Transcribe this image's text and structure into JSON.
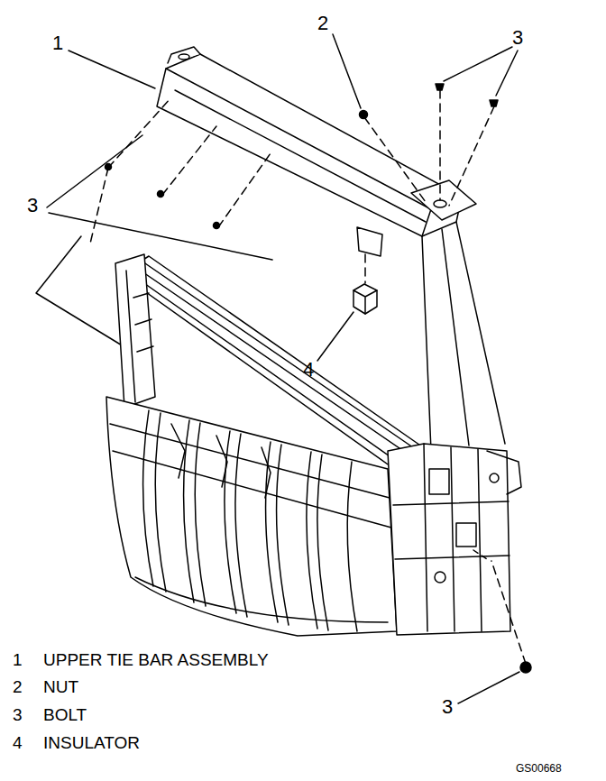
{
  "diagram": {
    "labels": [
      "1",
      "2",
      "3",
      "3",
      "4",
      "3",
      "1",
      "UPPER TIE BAR ASSEMBLY",
      "2",
      "NUT",
      "3",
      "BOLT",
      "4",
      "INSULATOR",
      "GS00668"
    ]
  }
}
